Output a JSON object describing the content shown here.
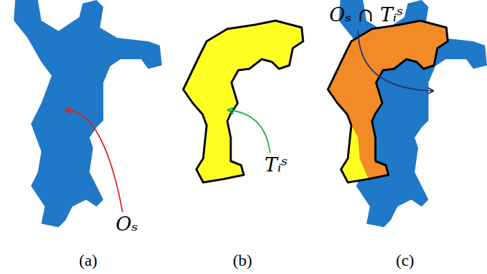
{
  "diagram": {
    "labels": [
      "Oₛ ∩ Tᵢˢ",
      "Oₛ",
      "Tᵢˢ",
      "(a)",
      "(b)",
      "(c)"
    ]
  }
}
